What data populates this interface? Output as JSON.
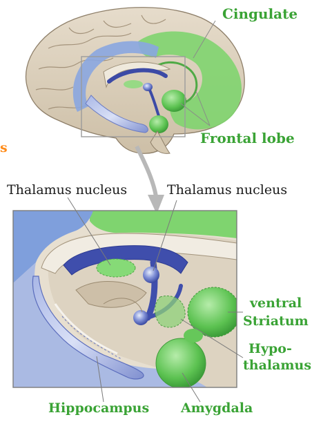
{
  "labels": {
    "cingulate": "Cingulate",
    "frontal_lobe": "Frontal lobe",
    "partial_left": "s",
    "thalamus_left": "Thalamus nucleus",
    "thalamus_right": "Thalamus nucleus",
    "ventral": "ventral",
    "striatum": "Striatum",
    "hypo": "Hypo-",
    "thalamus": "thalamus",
    "hippocampus": "Hippocampus",
    "amygdala": "Amygdala"
  },
  "colors": {
    "limbic_green": "#6fce64",
    "limbic_blue": "#7f9fdc",
    "cortex_tan": "#d9cdb9",
    "label_green": "#3aa335",
    "label_orange": "#ff8c1a"
  }
}
